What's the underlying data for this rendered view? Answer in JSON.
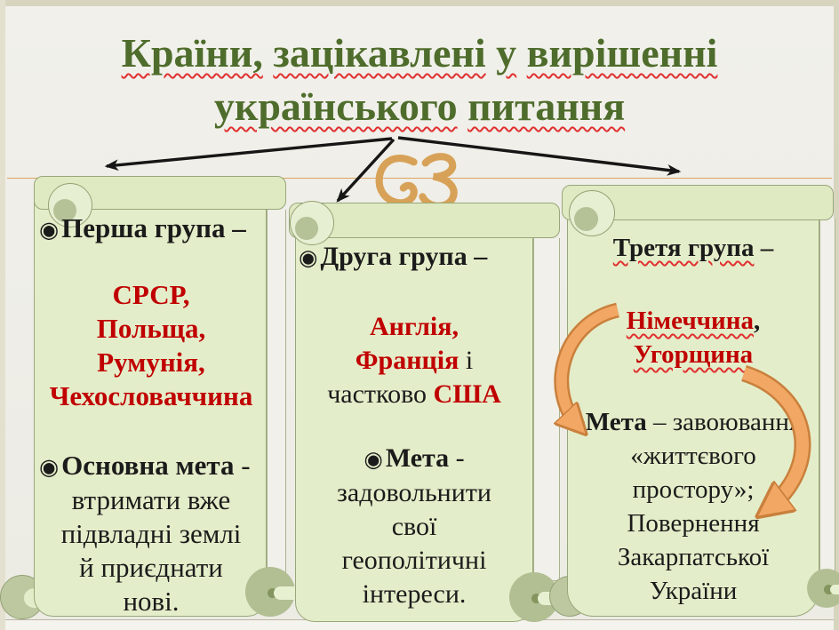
{
  "title": {
    "lines": [
      "Країни, зацікавлені у вирішенні",
      "українського питання"
    ]
  },
  "bullet_char": "◉",
  "icons": {
    "ornament": "section-flourish-icon",
    "bullet": "target-bullet-icon"
  },
  "colors": {
    "title_green": "#4e6c2b",
    "accent_red": "#c00000",
    "squiggle_red": "#e03030",
    "panel_fill": "#e4edc9",
    "panel_band": "#dfe9c2",
    "panel_border": "#98a779",
    "curl_fill": "#b2bf93",
    "tan_accent": "#d9a55f",
    "orange_arrow": "#f2a765",
    "orange_arrow_outline": "#c9803c",
    "connector_black": "#161616"
  },
  "panels": [
    {
      "name": "first-group",
      "lines": [
        {
          "name": "group-heading",
          "align": "left",
          "bullet": true,
          "segs": [
            {
              "t": "Перша група –",
              "cls": "kb"
            }
          ]
        },
        {
          "gap": 36
        },
        {
          "name": "country-line",
          "segs": [
            {
              "t": "СРСР,",
              "cls": "r"
            }
          ]
        },
        {
          "name": "country-line",
          "segs": [
            {
              "t": "Польща,",
              "cls": "r"
            }
          ]
        },
        {
          "name": "country-line",
          "segs": [
            {
              "t": "Румунія,",
              "cls": "r"
            }
          ]
        },
        {
          "name": "country-line",
          "segs": [
            {
              "t": "Чехословаччина",
              "cls": "r"
            }
          ]
        },
        {
          "gap": 40
        },
        {
          "name": "goal-heading",
          "align": "left",
          "bullet": true,
          "segs": [
            {
              "t": "Основна мета",
              "cls": "kb"
            },
            {
              "t": " -",
              "cls": "k"
            }
          ]
        },
        {
          "name": "goal-line",
          "segs": [
            {
              "t": "втримати вже",
              "cls": "k"
            }
          ]
        },
        {
          "name": "goal-line",
          "segs": [
            {
              "t": "підвладні землі",
              "cls": "k"
            }
          ]
        },
        {
          "name": "goal-line",
          "segs": [
            {
              "t": "й приєднати",
              "cls": "k"
            }
          ]
        },
        {
          "name": "goal-line",
          "segs": [
            {
              "t": "нові.",
              "cls": "k"
            }
          ]
        }
      ]
    },
    {
      "name": "second-group",
      "lines": [
        {
          "name": "group-heading",
          "align": "left",
          "bullet": true,
          "segs": [
            {
              "t": "Друга група –",
              "cls": "kb"
            }
          ]
        },
        {
          "gap": 40
        },
        {
          "name": "country-line",
          "segs": [
            {
              "t": "Англія,",
              "cls": "r"
            }
          ]
        },
        {
          "name": "country-line",
          "segs": [
            {
              "t": "Франція",
              "cls": "r"
            },
            {
              "t": " і",
              "cls": "k"
            }
          ]
        },
        {
          "name": "country-line",
          "segs": [
            {
              "t": "частково ",
              "cls": "k"
            },
            {
              "t": "США",
              "cls": "r"
            }
          ]
        },
        {
          "gap": 34
        },
        {
          "name": "goal-heading",
          "bullet": true,
          "segs": [
            {
              "t": "Мета",
              "cls": "kb"
            },
            {
              "t": " -",
              "cls": "k"
            }
          ]
        },
        {
          "name": "goal-line",
          "segs": [
            {
              "t": "задовольнити",
              "cls": "k"
            }
          ]
        },
        {
          "name": "goal-line",
          "segs": [
            {
              "t": "свої",
              "cls": "k"
            }
          ]
        },
        {
          "name": "goal-line",
          "segs": [
            {
              "t": "геополітичні",
              "cls": "k"
            }
          ]
        },
        {
          "name": "goal-line",
          "segs": [
            {
              "t": "інтереси.",
              "cls": "k"
            }
          ]
        }
      ]
    },
    {
      "name": "third-group",
      "lines": [
        {
          "name": "group-heading",
          "segs": [
            {
              "t": "Третя група",
              "cls": "kbw"
            },
            {
              "t": " –",
              "cls": "kb"
            }
          ]
        },
        {
          "gap": 44
        },
        {
          "name": "country-line",
          "segs": [
            {
              "t": "Німеччина",
              "cls": "rw"
            },
            {
              "t": ",",
              "cls": "kb"
            }
          ]
        },
        {
          "name": "country-line",
          "segs": [
            {
              "t": "Угорщина",
              "cls": "rw"
            }
          ]
        },
        {
          "gap": 38
        },
        {
          "name": "goal-line",
          "segs": [
            {
              "t": "Мета",
              "cls": "kb"
            },
            {
              "t": " – завоювання",
              "cls": "k"
            }
          ]
        },
        {
          "name": "goal-line",
          "segs": [
            {
              "t": "«життєвого",
              "cls": "k"
            }
          ]
        },
        {
          "name": "goal-line",
          "segs": [
            {
              "t": "простору»;",
              "cls": "k"
            }
          ]
        },
        {
          "name": "goal-line",
          "segs": [
            {
              "t": "Повернення",
              "cls": "k"
            }
          ]
        },
        {
          "name": "goal-line",
          "segs": [
            {
              "t": "Закарпатської",
              "cls": "k"
            }
          ]
        },
        {
          "name": "goal-line",
          "segs": [
            {
              "t": "України",
              "cls": "k"
            }
          ]
        }
      ]
    }
  ]
}
